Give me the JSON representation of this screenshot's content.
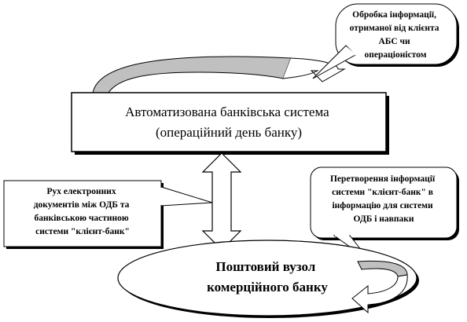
{
  "abs_box": {
    "line1": "Автоматизована банківська система",
    "line2": "(операційний день банку)"
  },
  "post_ellipse": {
    "line1": "Поштовий вузол",
    "line2": "комерційного банку"
  },
  "callout_top": {
    "lines": [
      "Обробка інформації,",
      "отриманої від клієнта",
      "АБС чи",
      "операціоністом"
    ]
  },
  "callout_left": {
    "lines": [
      "Рух електронних",
      "документів між ОДБ та",
      "банківською частиною",
      "системи \"клієнт-банк\""
    ]
  },
  "callout_right": {
    "lines": [
      "Перетворення інформації",
      "системи \"клієнт-банк\" в",
      "інформацію для системи",
      "ОДБ і навпаки"
    ]
  },
  "colors": {
    "border": "#000000",
    "arrow_fill": "#c0c0c0",
    "shadow": "#000000"
  }
}
